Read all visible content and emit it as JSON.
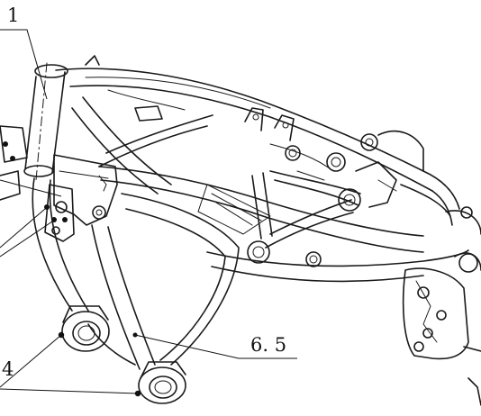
{
  "callouts": {
    "label_1": "1",
    "label_4": "4",
    "label_6_5": "6. 5"
  }
}
